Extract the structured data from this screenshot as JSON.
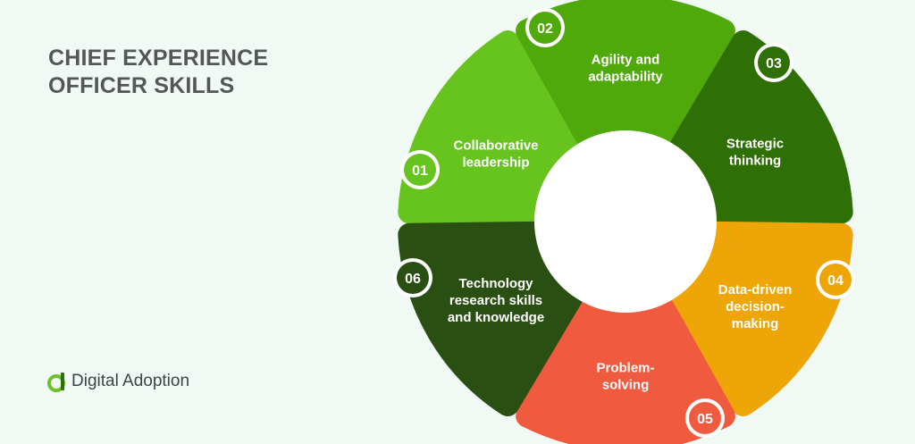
{
  "title": {
    "line1": "CHIEF EXPERIENCE",
    "line2": "OFFICER SKILLS"
  },
  "brand": {
    "name": "Digital Adoption",
    "icon": "digital-adoption-logo-icon",
    "accent": "#6bc22a"
  },
  "segments": [
    {
      "number": "01",
      "label_lines": [
        "Collaborative",
        "leadership"
      ],
      "color": "#67c41f",
      "badge_color": "#67c41f"
    },
    {
      "number": "02",
      "label_lines": [
        "Agility and",
        "adaptability"
      ],
      "color": "#4fa90a",
      "badge_color": "#4fa90a"
    },
    {
      "number": "03",
      "label_lines": [
        "Strategic",
        "thinking"
      ],
      "color": "#2f7006",
      "badge_color": "#2f7006"
    },
    {
      "number": "04",
      "label_lines": [
        "Data-driven",
        "decision-",
        "making"
      ],
      "color": "#eda508",
      "badge_color": "#eda508"
    },
    {
      "number": "05",
      "label_lines": [
        "Problem-",
        "solving"
      ],
      "color": "#f05a3f",
      "badge_color": "#f05a3f"
    },
    {
      "number": "06",
      "label_lines": [
        "Technology",
        "research skills",
        "and knowledge"
      ],
      "color": "#2a4f12",
      "badge_color": "#2a4f12"
    }
  ]
}
